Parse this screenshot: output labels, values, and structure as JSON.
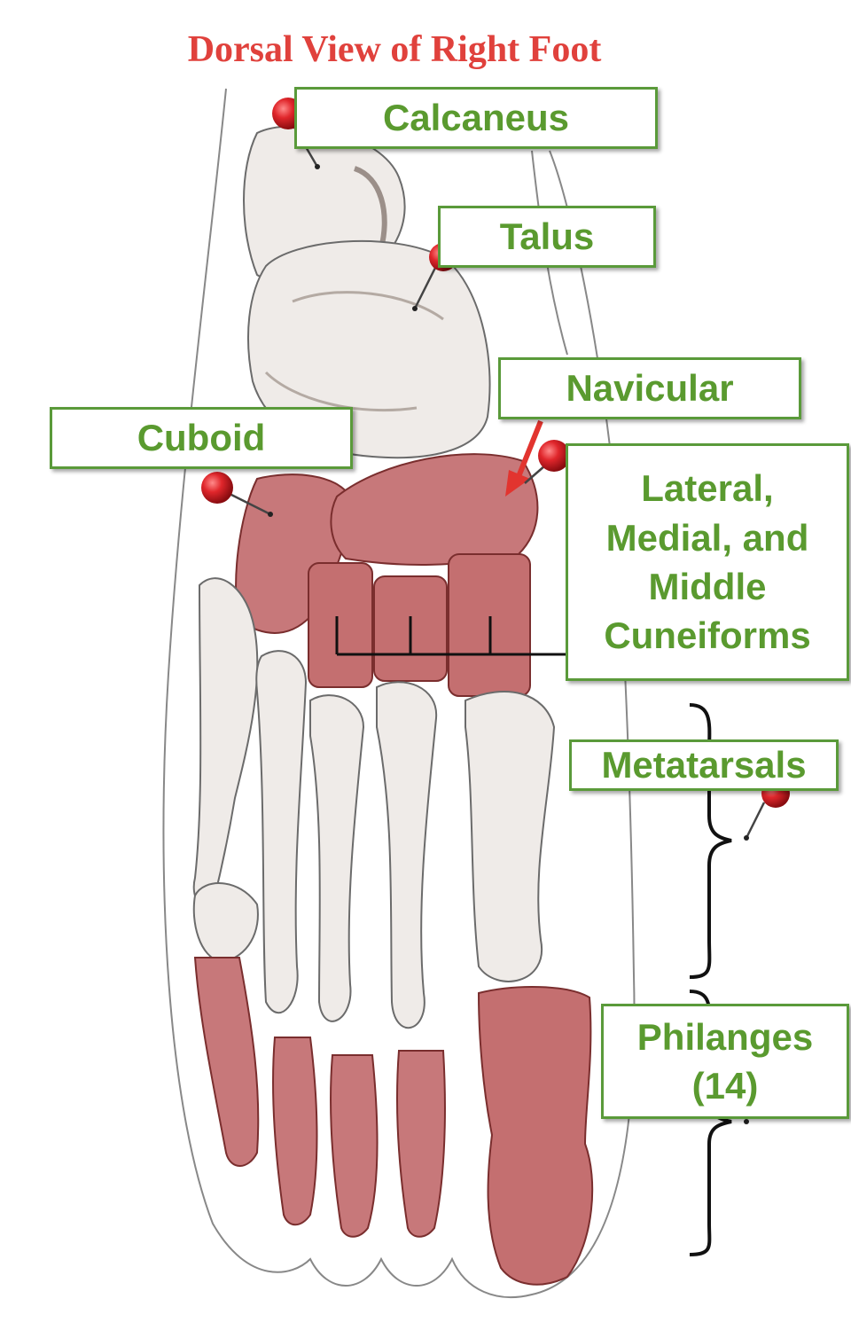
{
  "title": "Dorsal View of Right Foot",
  "labels": {
    "calcaneus": "Calcaneus",
    "talus": "Talus",
    "navicular": "Navicular",
    "cuboid": "Cuboid",
    "cuneiforms": [
      "Lateral,",
      "Medial, and",
      "Middle",
      "Cuneiforms"
    ],
    "metatarsals": "Metatarsals",
    "phalanges": [
      "Philanges",
      "(14)"
    ]
  },
  "colors": {
    "title": "#e0413c",
    "label_text": "#5a9a2f",
    "label_border": "#5a9a3a",
    "pin": "#d41f26",
    "bone_white": "#efebe8",
    "bone_red": "#b84a4a",
    "outline": "#777777"
  }
}
